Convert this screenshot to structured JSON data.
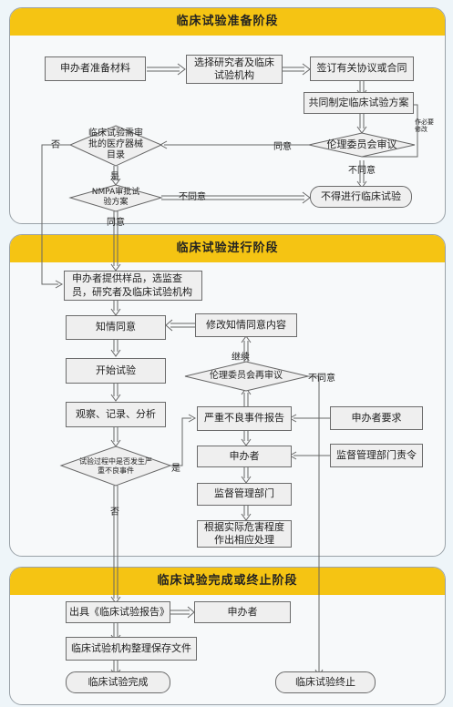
{
  "phase1": {
    "title": "临床试验准备阶段",
    "sponsor_prepare": "申办者准备材料",
    "select_investigator": "选择研究者及临床试验机构",
    "sign_agreement": "签订有关协议或合同",
    "make_plan": "共同制定临床试验方案",
    "revise_note": "作必要修改",
    "ethics_review": "伦理委员会审议",
    "agree": "同意",
    "disagree": "不同意",
    "device_approval": "临床试验需审批的医疗器械目录",
    "no": "否",
    "yes": "是",
    "nmpa_approval": "NMPA审批试验方案",
    "nmpa_disagree": "不同意",
    "cannot_proceed": "不得进行临床试验",
    "nmpa_agree": "同意"
  },
  "phase2": {
    "title": "临床试验进行阶段",
    "provide_samples": "申办者提供样品，选监查员，研究者及临床试验机构",
    "informed_consent": "知情同意",
    "modify_consent": "修改知情同意内容",
    "continue": "继续",
    "ethics_rereview": "伦理委员会再审议",
    "rereview_disagree": "不同意",
    "start_trial": "开始试验",
    "observe": "观察、记录、分析",
    "report_sae": "严重不良事件报告",
    "sponsor_request": "申办者要求",
    "sae_question": "试验过程中是否发生严重不良事件",
    "yes": "是",
    "no": "否",
    "sponsor": "申办者",
    "regulator": "监督管理部门",
    "regulator_order": "监督管理部门责令",
    "handle_by_harm": "根据实际危害程度作出相应处理"
  },
  "phase3": {
    "title": "临床试验完成或终止阶段",
    "issue_report": "出具《临床试验报告》",
    "sponsor": "申办者",
    "archive": "临床试验机构整理保存文件",
    "complete": "临床试验完成",
    "terminate": "临床试验终止"
  }
}
